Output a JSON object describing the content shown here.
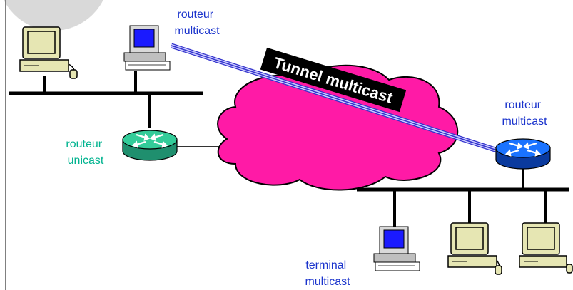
{
  "labels": {
    "multicast_router_top": [
      "routeur",
      "multicast"
    ],
    "multicast_router_right": [
      "routeur",
      "multicast"
    ],
    "unicast_router": [
      "routeur",
      "unicast"
    ],
    "terminal": [
      "terminal",
      "multicast"
    ],
    "tunnel": "Tunnel multicast"
  },
  "colors": {
    "blue_text": "#1a33cc",
    "teal_text": "#00b38f",
    "cloud": "#ff1aa6",
    "cloud_outline": "#000000",
    "line": "#000000",
    "tunnel_outer": "#3333cc",
    "tunnel_inner": "#ccccff",
    "unicast_router": "#33cc99",
    "multicast_router": "#1a73ff",
    "computer_body": "#e6e6b3",
    "monitor_screen": "#1a1aff",
    "gray_corner": "#d9d9d9"
  },
  "icons": {
    "computers": [
      "beige-desktop-icon",
      "workstation-icon",
      "workstation-icon",
      "beige-desktop-icon",
      "beige-desktop-icon"
    ],
    "routers": [
      "unicast-router-icon",
      "multicast-router-icon"
    ]
  }
}
